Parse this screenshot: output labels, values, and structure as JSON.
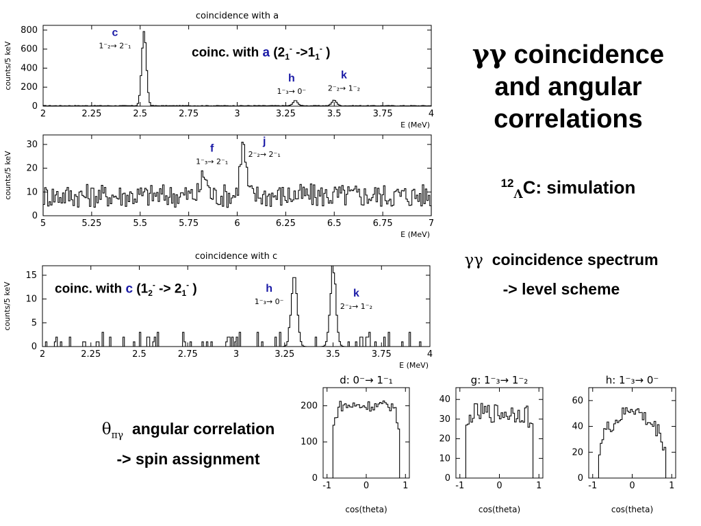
{
  "slide": {
    "title_sym": "γγ",
    "title_line1": "coincidence",
    "title_line2": "and angular",
    "title_line3": "correlations",
    "sub_mass": "12",
    "sub_lambda": "Λ",
    "sub_rest": "C: simulation",
    "note1_sym": "γγ",
    "note1_text": "coincidence spectrum",
    "note2_text": "->  level scheme",
    "note3_sym": "θ",
    "note3_subsym": "πγ",
    "note3_text": "angular correlation",
    "note4_text": "->  spin assignment"
  },
  "annotations": {
    "a_prefix": "coinc. with ",
    "a_letter": "a",
    "a_open": " (2",
    "a_s1": "1",
    "a_sup1": "-",
    "a_mid": " ->1",
    "a_s2": "1",
    "a_sup2": "-",
    "a_close": " )",
    "c_prefix": "coinc. with ",
    "c_letter": "c",
    "c_open": " (1",
    "c_s1": "2",
    "c_sup1": "-",
    "c_mid": " -> 2",
    "c_s2": "1",
    "c_sup2": "-",
    "c_close": " )"
  },
  "chart_data": [
    {
      "type": "line",
      "style": "histogram",
      "title": "coincidence with a",
      "xlabel": "E (MeV)",
      "ylabel": "counts/5 keV",
      "xlim": [
        2,
        4
      ],
      "ylim": [
        0,
        850
      ],
      "xticks": [
        "2",
        "2.25",
        "2.5",
        "2.75",
        "3",
        "3.25",
        "3.5",
        "3.75",
        "4"
      ],
      "yticks": [
        "0",
        "200",
        "400",
        "600",
        "800"
      ],
      "peaks": [
        {
          "x": 2.52,
          "height": 780,
          "width": 0.012
        },
        {
          "x": 3.3,
          "height": 55,
          "width": 0.012
        },
        {
          "x": 3.5,
          "height": 60,
          "width": 0.012
        }
      ],
      "baseline": 4,
      "noise": 3,
      "labels": [
        {
          "letter": "c",
          "x": 2.37,
          "y": 740,
          "transition": "1⁻₂→ 2⁻₁"
        },
        {
          "letter": "h",
          "x": 3.28,
          "y": 260,
          "transition": "1⁻₃→ 0⁻"
        },
        {
          "letter": "k",
          "x": 3.55,
          "y": 290,
          "transition": "2⁻₂→ 1⁻₂"
        }
      ]
    },
    {
      "type": "line",
      "style": "histogram",
      "title": "",
      "xlabel": "E (MeV)",
      "ylabel": "counts/5 keV",
      "xlim": [
        5,
        7
      ],
      "ylim": [
        0,
        34
      ],
      "xticks": [
        "5",
        "5.25",
        "5.5",
        "5.75",
        "6",
        "6.25",
        "6.5",
        "6.75",
        "7"
      ],
      "yticks": [
        "0",
        "10",
        "20",
        "30"
      ],
      "peaks": [
        {
          "x": 5.83,
          "height": 9,
          "width": 0.015
        },
        {
          "x": 6.03,
          "height": 21,
          "width": 0.015
        }
      ],
      "baseline": 8,
      "noise": 5,
      "labels": [
        {
          "letter": "f",
          "x": 5.87,
          "y": 27,
          "transition": "1⁻₃→ 2⁻₁"
        },
        {
          "letter": "j",
          "x": 6.14,
          "y": 30,
          "transition": "2⁻₂→ 2⁻₁"
        }
      ]
    },
    {
      "type": "line",
      "style": "histogram",
      "title": "coincidence with c",
      "xlabel": "E (MeV)",
      "ylabel": "counts/5 keV",
      "xlim": [
        2,
        4
      ],
      "ylim": [
        0,
        17
      ],
      "xticks": [
        "2",
        "2.25",
        "2.5",
        "2.75",
        "3",
        "3.25",
        "3.5",
        "3.75",
        "4"
      ],
      "yticks": [
        "0",
        "5",
        "10",
        "15"
      ],
      "peaks": [
        {
          "x": 3.3,
          "height": 15,
          "width": 0.015
        },
        {
          "x": 3.5,
          "height": 15,
          "width": 0.015
        }
      ],
      "baseline": 0,
      "noise": 1.5,
      "labels": [
        {
          "letter": "h",
          "x": 3.17,
          "y": 11.5,
          "transition": "1⁻₃→ 0⁻"
        },
        {
          "letter": "k",
          "x": 3.62,
          "y": 10.5,
          "transition": "2⁻₂→ 1⁻₂"
        }
      ]
    },
    {
      "type": "line",
      "style": "histogram",
      "title": "d: 0⁻→ 1⁻₁",
      "xlabel": "cos(theta)",
      "ylabel": "",
      "xlim": [
        -1.1,
        1.1
      ],
      "ylim": [
        0,
        250
      ],
      "xticks": [
        "-1",
        "0",
        "1"
      ],
      "yticks": [
        "0",
        "100",
        "200"
      ],
      "level": 200,
      "spread": 15,
      "range": [
        -0.85,
        0.85
      ]
    },
    {
      "type": "line",
      "style": "histogram",
      "title": "g: 1⁻₃→ 1⁻₂",
      "xlabel": "cos(theta)",
      "ylabel": "",
      "xlim": [
        -1.1,
        1.1
      ],
      "ylim": [
        0,
        46
      ],
      "xticks": [
        "-1",
        "0",
        "1"
      ],
      "yticks": [
        "0",
        "10",
        "20",
        "30",
        "40"
      ],
      "level": 33,
      "spread": 5,
      "range": [
        -0.85,
        0.85
      ]
    },
    {
      "type": "line",
      "style": "histogram",
      "title": "h: 1⁻₃→ 0⁻",
      "xlabel": "cos(theta)",
      "ylabel": "",
      "xlim": [
        -1.1,
        1.1
      ],
      "ylim": [
        0,
        70
      ],
      "xticks": [
        "-1",
        "0",
        "1"
      ],
      "yticks": [
        "0",
        "20",
        "40",
        "60"
      ],
      "level": 55,
      "spread": 6,
      "range": [
        -0.85,
        0.85
      ],
      "peaked": true
    }
  ]
}
